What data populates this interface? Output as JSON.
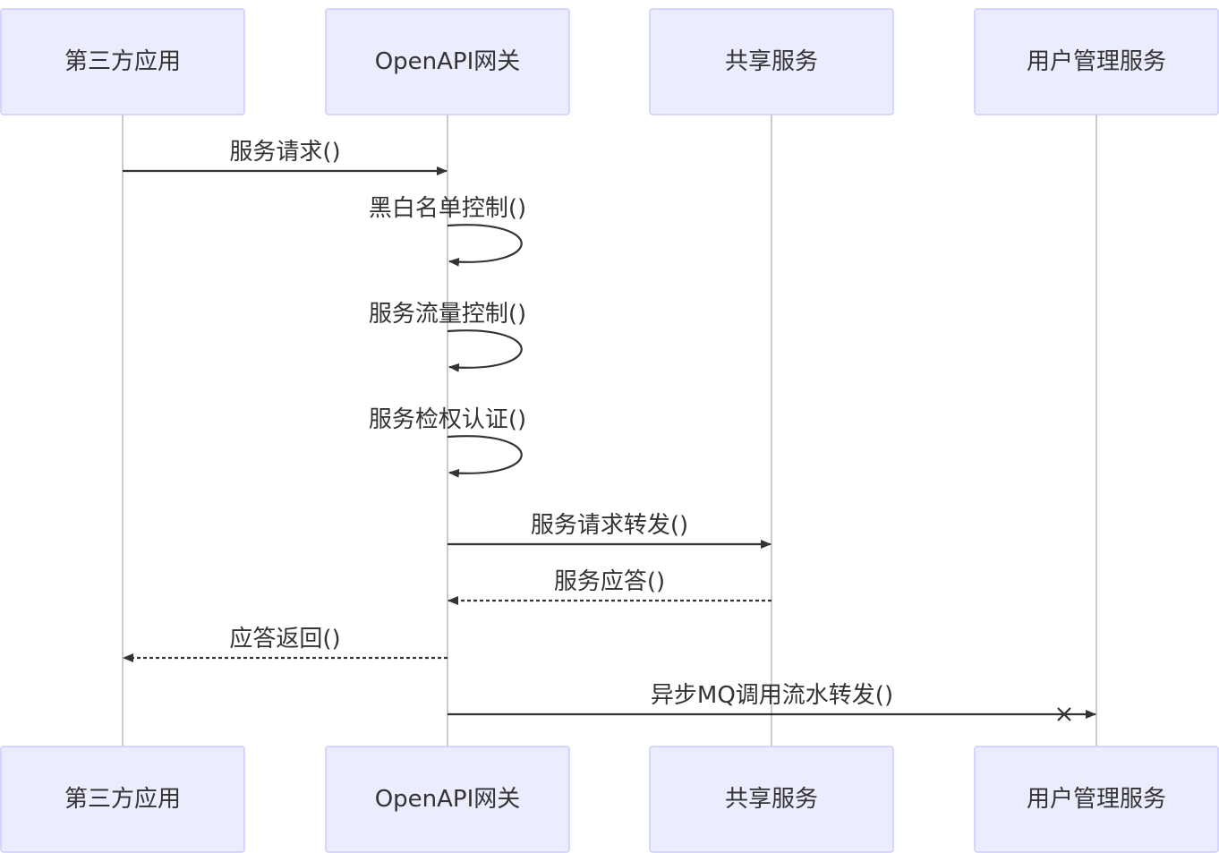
{
  "colors": {
    "actor_fill": "#ececff",
    "actor_stroke": "#ccccff",
    "line": "#333333",
    "lifeline": "#999999"
  },
  "actors": [
    {
      "id": "third_party",
      "label": "第三方应用"
    },
    {
      "id": "gateway",
      "label": "OpenAPI网关"
    },
    {
      "id": "shared",
      "label": "共享服务"
    },
    {
      "id": "user_mgmt",
      "label": "用户管理服务"
    }
  ],
  "messages": [
    {
      "from": 0,
      "to": 1,
      "label": "服务请求()",
      "style": "solid",
      "arrow": "filled"
    },
    {
      "from": 1,
      "to": 1,
      "label": "黑白名单控制()",
      "style": "solid",
      "arrow": "filled"
    },
    {
      "from": 1,
      "to": 1,
      "label": "服务流量控制()",
      "style": "solid",
      "arrow": "filled"
    },
    {
      "from": 1,
      "to": 1,
      "label": "服务检权认证()",
      "style": "solid",
      "arrow": "filled"
    },
    {
      "from": 1,
      "to": 2,
      "label": "服务请求转发()",
      "style": "solid",
      "arrow": "filled"
    },
    {
      "from": 2,
      "to": 1,
      "label": "服务应答()",
      "style": "dashed",
      "arrow": "filled"
    },
    {
      "from": 1,
      "to": 0,
      "label": "应答返回()",
      "style": "dashed",
      "arrow": "filled"
    },
    {
      "from": 1,
      "to": 3,
      "label": "异步MQ调用流水转发()",
      "style": "solid",
      "arrow": "cross-async"
    }
  ]
}
